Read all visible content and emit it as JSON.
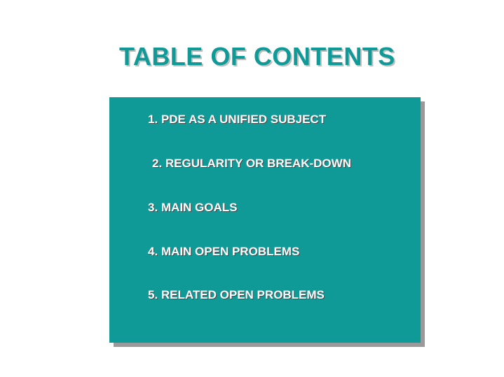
{
  "slide": {
    "title": "TABLE OF CONTENTS",
    "items": [
      "1. PDE AS A UNIFIED SUBJECT",
      "2. REGULARITY OR BREAK-DOWN",
      "3. MAIN GOALS",
      "4. MAIN OPEN PROBLEMS",
      "5. RELATED OPEN PROBLEMS"
    ]
  },
  "colors": {
    "accent": "#0f9a97",
    "item_text": "#ffffff",
    "shadow": "#9a9a9a"
  }
}
